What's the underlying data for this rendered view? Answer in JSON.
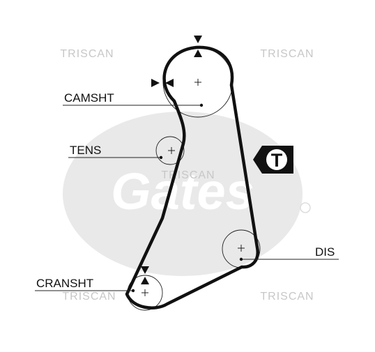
{
  "watermark": {
    "brand_text": "TRISCAN",
    "logo_text": "Gates"
  },
  "labels": {
    "camshaft": "CAMSHT",
    "tensioner": "TENS",
    "crankshaft": "CRANSHT",
    "distributor": "DIS"
  },
  "tension_badge": {
    "letter": "T"
  },
  "colors": {
    "belt": "#111111",
    "watermark": "#c7c7c7",
    "logo": "#e9e9e9"
  }
}
